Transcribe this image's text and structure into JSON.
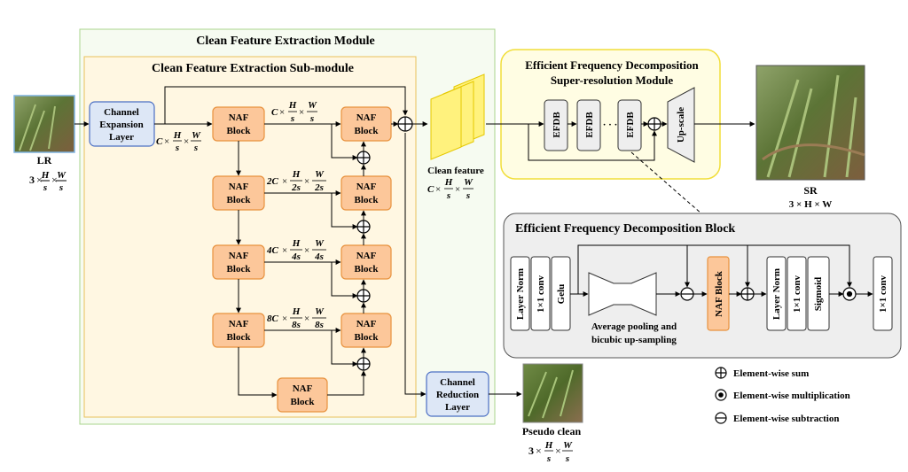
{
  "module_title": "Clean Feature Extraction Module",
  "submodule_title": "Clean Feature Extraction Sub-module",
  "lr": {
    "label": "LR",
    "size_prefix": "3",
    "h": "H",
    "w": "W",
    "den": "s"
  },
  "channel_expansion": {
    "line1": "Channel",
    "line2": "Expansion",
    "line3": "Layer"
  },
  "naf": {
    "line1": "NAF",
    "line2": "Block"
  },
  "scale_labels": [
    {
      "c": "C",
      "hden": "s",
      "wden": "s"
    },
    {
      "c": "C",
      "hden": "s",
      "wden": "s"
    },
    {
      "c": "2C",
      "hden": "2s",
      "wden": "2s"
    },
    {
      "c": "4C",
      "hden": "4s",
      "wden": "4s"
    },
    {
      "c": "8C",
      "hden": "8s",
      "wden": "8s"
    }
  ],
  "clean_feature": {
    "label": "Clean feature",
    "c": "C",
    "hden": "s",
    "wden": "s"
  },
  "channel_reduction": {
    "line1": "Channel",
    "line2": "Reduction",
    "line3": "Layer"
  },
  "pseudo_clean": {
    "label": "Pseudo clean",
    "size_prefix": "3",
    "h": "H",
    "w": "W",
    "den": "s"
  },
  "efdsr": {
    "title_line1": "Efficient Frequency Decomposition",
    "title_line2": "Super-resolution Module"
  },
  "efdb": {
    "label": "EFDB",
    "dots": "· · ·"
  },
  "upscale": "Up-scale",
  "sr": {
    "label": "SR",
    "dims": "3 × H × W"
  },
  "block_detail": {
    "title": "Efficient Frequency Decomposition Block",
    "layer_norm": "Layer Norm",
    "conv": "1×1 conv",
    "gelu": "Gelu",
    "pool_line1": "Average pooling and",
    "pool_line2": "bicubic up-sampling",
    "naf_block": "NAF Block",
    "sigmoid": "Sigmoid"
  },
  "legend": [
    {
      "symbol": "sum",
      "label": "Element-wise sum"
    },
    {
      "symbol": "mul",
      "label": "Element-wise multiplication"
    },
    {
      "symbol": "sub",
      "label": "Element-wise subtraction"
    }
  ],
  "colors": {
    "naf_fill": "#fcc79a",
    "naf_stroke": "#e8923e",
    "blue_fill": "#dde7f6",
    "blue_stroke": "#4b6fc4",
    "module_fill": "#f6fbf1",
    "module_stroke": "#a9d48d",
    "sub_fill": "#fff7e2",
    "sub_stroke": "#e8c25a",
    "efdsr_fill": "#fffde3",
    "efdsr_stroke": "#f1de3a",
    "block_fill": "#eeeeee",
    "feature_fill": "#fff27d",
    "feature_stroke": "#e5c800",
    "lr_stroke": "#7fb3e0",
    "sr_stroke": "#555555"
  }
}
